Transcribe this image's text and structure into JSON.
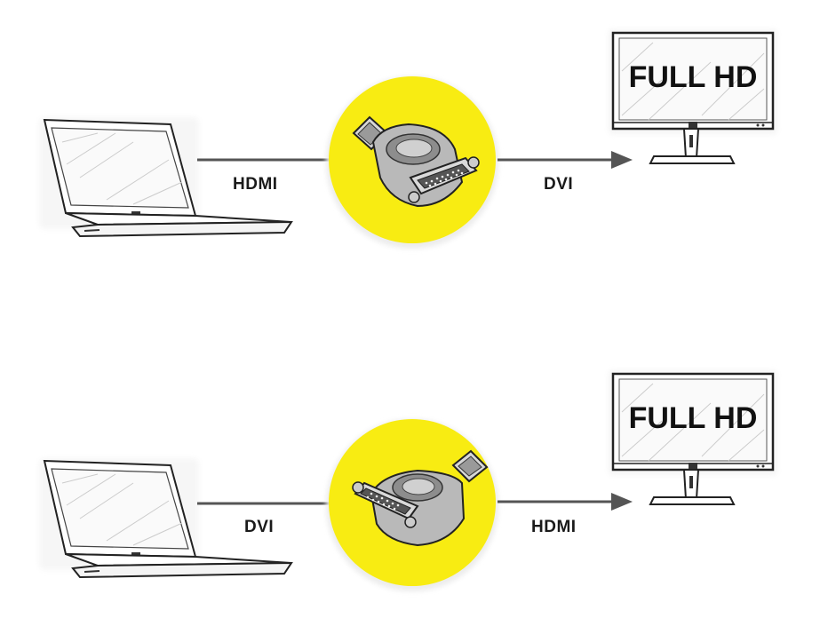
{
  "rows": [
    {
      "source": "laptop",
      "input_label": "HDMI",
      "adapter_icon": "hdmi-to-dvi-adapter-icon",
      "output_label": "DVI",
      "display": "monitor",
      "display_text": "FULL HD"
    },
    {
      "source": "laptop",
      "input_label": "DVI",
      "adapter_icon": "dvi-to-hdmi-adapter-icon",
      "output_label": "HDMI",
      "display": "monitor",
      "display_text": "FULL HD"
    }
  ],
  "colors": {
    "highlight_circle": "#f8ec12",
    "line": "#555555",
    "outline": "#222222"
  }
}
